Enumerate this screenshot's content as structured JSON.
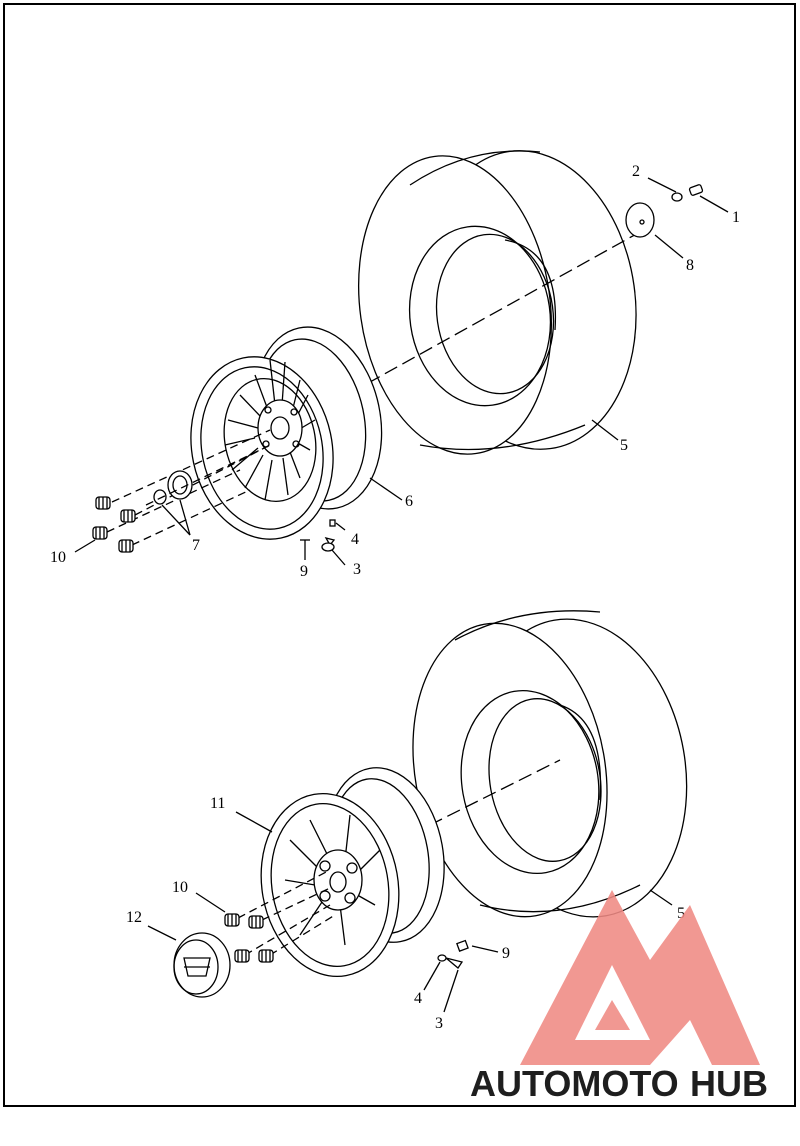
{
  "callouts": {
    "top": [
      {
        "id": "t1",
        "text": "1"
      },
      {
        "id": "t2",
        "text": "2"
      },
      {
        "id": "t8",
        "text": "8"
      },
      {
        "id": "t5",
        "text": "5"
      },
      {
        "id": "t6",
        "text": "6"
      },
      {
        "id": "t4",
        "text": "4"
      },
      {
        "id": "t3",
        "text": "3"
      },
      {
        "id": "t9",
        "text": "9"
      },
      {
        "id": "t7",
        "text": "7"
      },
      {
        "id": "t10",
        "text": "10"
      }
    ],
    "bottom": [
      {
        "id": "b11",
        "text": "11"
      },
      {
        "id": "b10",
        "text": "10"
      },
      {
        "id": "b12",
        "text": "12"
      },
      {
        "id": "b5",
        "text": "5"
      },
      {
        "id": "b9",
        "text": "9"
      },
      {
        "id": "b4",
        "text": "4"
      },
      {
        "id": "b3",
        "text": "3"
      }
    ]
  },
  "watermark": {
    "part1": "AUTOMOTO",
    "part2": "HUB",
    "color_red": "#f08a84",
    "color_orange": "#f6b661",
    "color_gray": "#8a8a8a"
  },
  "colors": {
    "ink": "#000000",
    "paper": "#ffffff"
  }
}
